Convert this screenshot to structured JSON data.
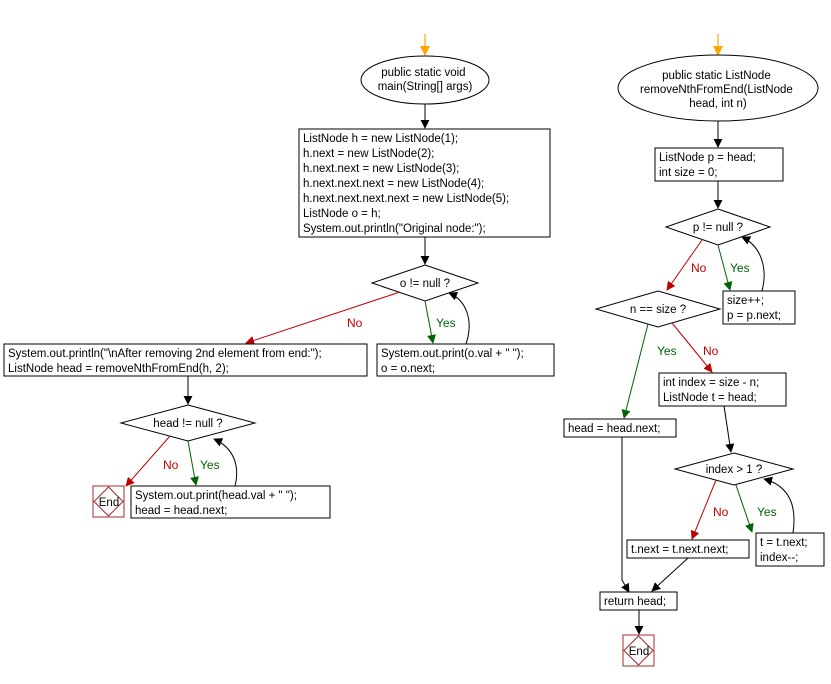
{
  "colors": {
    "start_arrow": "#ffa500",
    "yes_edge": "#006400",
    "no_edge": "#c00000",
    "end_border": "#a52a2a"
  },
  "labels": {
    "yes": "Yes",
    "no": "No"
  },
  "main": {
    "start_lines": [
      "public static void",
      "main(String[] args)"
    ],
    "init_lines": [
      "ListNode h = new ListNode(1);",
      "h.next = new ListNode(2);",
      "h.next.next = new ListNode(3);",
      "h.next.next.next = new ListNode(4);",
      "h.next.next.next.next = new ListNode(5);",
      "ListNode o = h;",
      "System.out.println(\"Original node:\");"
    ],
    "loop1_cond": "o != null ?",
    "loop1_body": [
      "System.out.print(o.val + \" \");",
      "o = o.next;"
    ],
    "remove_lines": [
      "System.out.println(\"\\nAfter removing 2nd element from end:\");",
      "ListNode head = removeNthFromEnd(h, 2);"
    ],
    "loop2_cond": "head != null ?",
    "loop2_body": [
      "System.out.print(head.val + \" \");",
      "head = head.next;"
    ],
    "end": "End"
  },
  "remove": {
    "start_lines": [
      "public static ListNode",
      "removeNthFromEnd(ListNode",
      "head, int n)"
    ],
    "init_lines": [
      "ListNode p = head;",
      "int size = 0;"
    ],
    "loop_cond": "p != null ?",
    "loop_body": [
      "size++;",
      "p = p.next;"
    ],
    "check_cond": "n == size ?",
    "yes_assign": "head = head.next;",
    "index_lines": [
      "int index = size - n;",
      "ListNode t = head;"
    ],
    "index_cond": "index > 1 ?",
    "index_body": [
      "t = t.next;",
      "index--;"
    ],
    "skip_assign": "t.next = t.next.next;",
    "return_stmt": "return head;",
    "end": "End"
  }
}
